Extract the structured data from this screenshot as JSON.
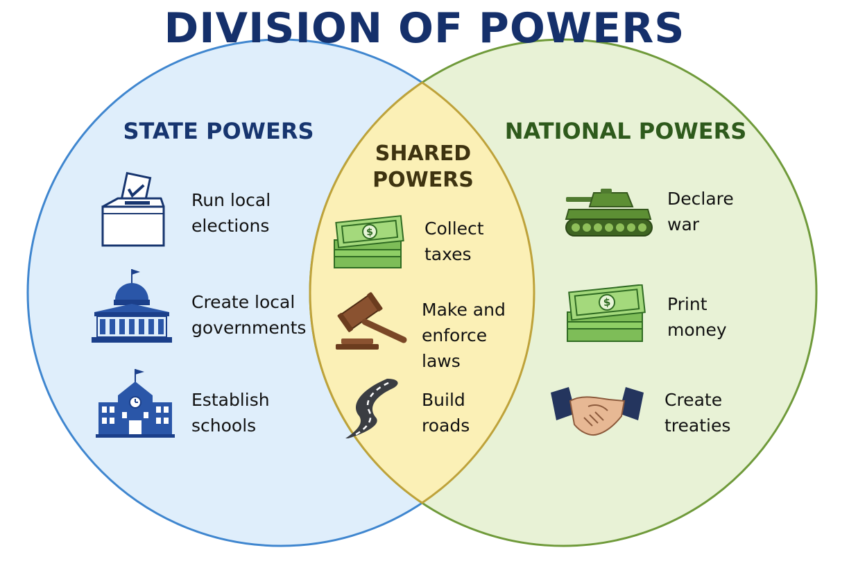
{
  "title": "DIVISION OF POWERS",
  "colors": {
    "title": "#15306b",
    "state_fill": "#dfeefb",
    "state_stroke": "#3f86cf",
    "national_fill": "#e8f2d6",
    "national_stroke": "#6f9a3a",
    "shared_fill": "#fbf0b6",
    "shared_stroke": "#bea23a"
  },
  "state": {
    "heading": "STATE POWERS",
    "items": [
      {
        "label_line1": "Run local",
        "label_line2": "elections",
        "icon": "ballot-box-icon"
      },
      {
        "label_line1": "Create local",
        "label_line2": "governments",
        "icon": "capitol-building-icon"
      },
      {
        "label_line1": "Establish",
        "label_line2": "schools",
        "icon": "school-building-icon"
      }
    ]
  },
  "shared": {
    "heading_line1": "SHARED",
    "heading_line2": "POWERS",
    "items": [
      {
        "label_line1": "Collect",
        "label_line2": "taxes",
        "icon": "money-stack-icon"
      },
      {
        "label_line1": "Make and",
        "label_line2": "enforce laws",
        "icon": "gavel-icon"
      },
      {
        "label_line1": "Build",
        "label_line2": "roads",
        "icon": "road-icon"
      }
    ]
  },
  "national": {
    "heading": "NATIONAL POWERS",
    "items": [
      {
        "label_line1": "Declare",
        "label_line2": "war",
        "icon": "tank-icon"
      },
      {
        "label_line1": "Print",
        "label_line2": "money",
        "icon": "money-stack-icon"
      },
      {
        "label_line1": "Create",
        "label_line2": "treaties",
        "icon": "handshake-icon"
      }
    ]
  }
}
